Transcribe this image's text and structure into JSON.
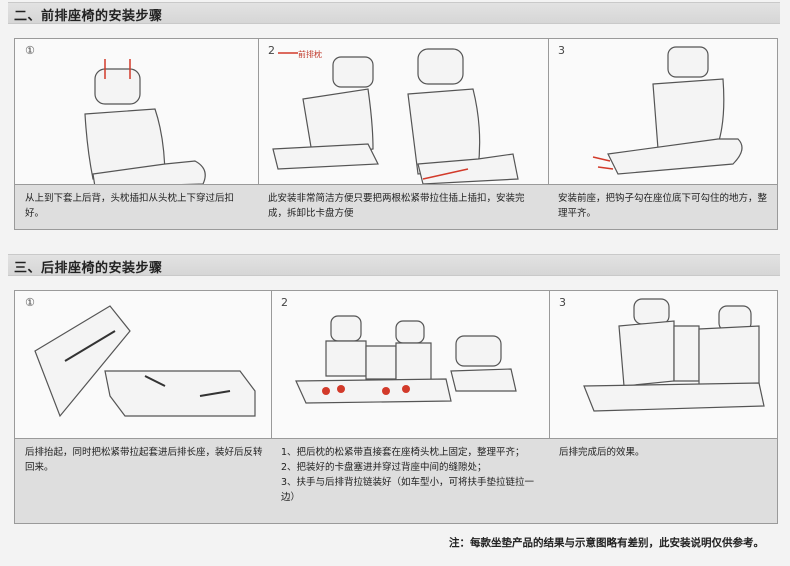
{
  "sections": [
    {
      "title": "二、前排座椅的安装步骤",
      "steps": [
        {
          "num": "①",
          "caption": "从上到下套上后背，头枕插扣从头枕上下穿过后扣好。"
        },
        {
          "num": "2",
          "label": "前排枕",
          "caption": "此安装非常简洁方便只要把两根松紧带拉住插上插扣，安装完成，拆卸比卡盘方便"
        },
        {
          "num": "3",
          "caption": "安装前座，把钩子勾在座位底下可勾住的地方，整理平齐。"
        }
      ]
    },
    {
      "title": "三、后排座椅的安装步骤",
      "steps": [
        {
          "num": "①",
          "caption": "后排抬起，同时把松紧带拉起套进后排长座，装好后反转回来。"
        },
        {
          "num": "2",
          "caption": "1、把后枕的松紧带直接套在座椅头枕上固定，整理平齐；\n2、把装好的卡盘塞进并穿过背座中间的缝隙处；\n3、扶手与后排背拉链装好（如车型小，可将扶手垫拉链拉一边）"
        },
        {
          "num": "3",
          "caption": "后排完成后的效果。"
        }
      ]
    }
  ],
  "note": "注：每款坐垫产品的结果与示意图略有差别，此安装说明仅供参考。",
  "colors": {
    "arrow": "#d23a2a",
    "line": "#555555",
    "fill": "#f4f4f4"
  }
}
